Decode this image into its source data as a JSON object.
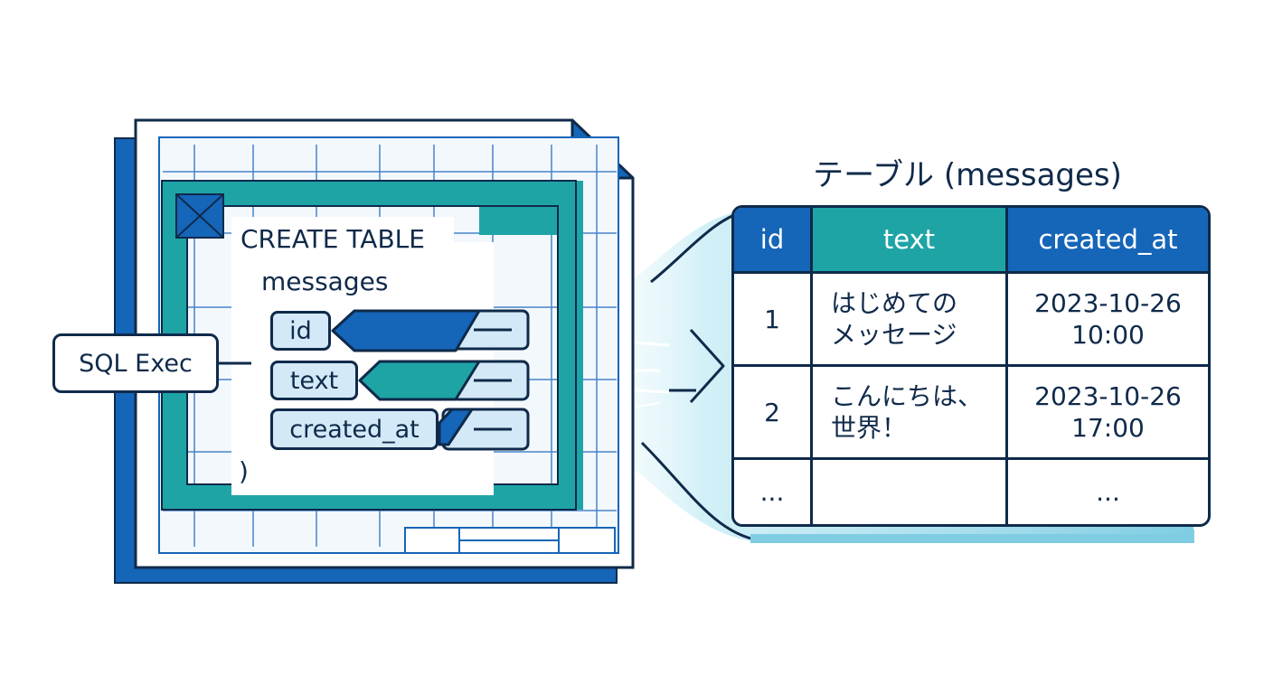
{
  "label": "SQL Exec",
  "code": {
    "line1": "CREATE TABLE",
    "line2": "messages",
    "closing": ")"
  },
  "columns": [
    "id",
    "text",
    "created_at"
  ],
  "table": {
    "title": "テーブル (messages)",
    "headers": [
      "id",
      "text",
      "created_at"
    ],
    "rows": [
      [
        "1",
        "はじめての\nメッセージ",
        "2023-10-26\n10:00"
      ],
      [
        "2",
        "こんにちは、\n世界！",
        "2023-10-26\n17:00"
      ],
      [
        "...",
        "",
        "..."
      ]
    ]
  },
  "colors": {
    "navy": "#0f2a4a",
    "blue": "#1565b8",
    "teal": "#1fa4a6",
    "light_blue": "#d4e9f7",
    "stream": "#8fd4e6"
  }
}
